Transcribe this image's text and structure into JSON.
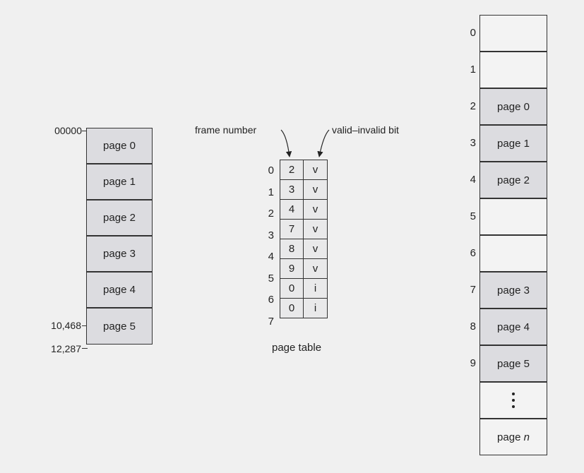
{
  "logical_memory": {
    "pages": [
      "page 0",
      "page 1",
      "page 2",
      "page 3",
      "page 4",
      "page 5"
    ],
    "addresses": {
      "start": "00000",
      "page5_start": "10,468",
      "end": "12,287"
    }
  },
  "page_table": {
    "caption": "page table",
    "frame_label": "frame number",
    "bit_label": "valid–invalid bit",
    "rows": [
      {
        "index": "0",
        "frame": "2",
        "bit": "v"
      },
      {
        "index": "1",
        "frame": "3",
        "bit": "v"
      },
      {
        "index": "2",
        "frame": "4",
        "bit": "v"
      },
      {
        "index": "3",
        "frame": "7",
        "bit": "v"
      },
      {
        "index": "4",
        "frame": "8",
        "bit": "v"
      },
      {
        "index": "5",
        "frame": "9",
        "bit": "v"
      },
      {
        "index": "6",
        "frame": "0",
        "bit": "i"
      },
      {
        "index": "7",
        "frame": "0",
        "bit": "i"
      }
    ]
  },
  "physical_memory": {
    "frames": [
      {
        "index": "0",
        "content": ""
      },
      {
        "index": "1",
        "content": ""
      },
      {
        "index": "2",
        "content": "page 0"
      },
      {
        "index": "3",
        "content": "page 1"
      },
      {
        "index": "4",
        "content": "page 2"
      },
      {
        "index": "5",
        "content": ""
      },
      {
        "index": "6",
        "content": ""
      },
      {
        "index": "7",
        "content": "page 3"
      },
      {
        "index": "8",
        "content": "page 4"
      },
      {
        "index": "9",
        "content": "page 5"
      },
      {
        "index": "",
        "content": "⋮"
      },
      {
        "index": "",
        "content": "page n"
      }
    ],
    "last_page_prefix": "page",
    "last_page_var": "n"
  }
}
